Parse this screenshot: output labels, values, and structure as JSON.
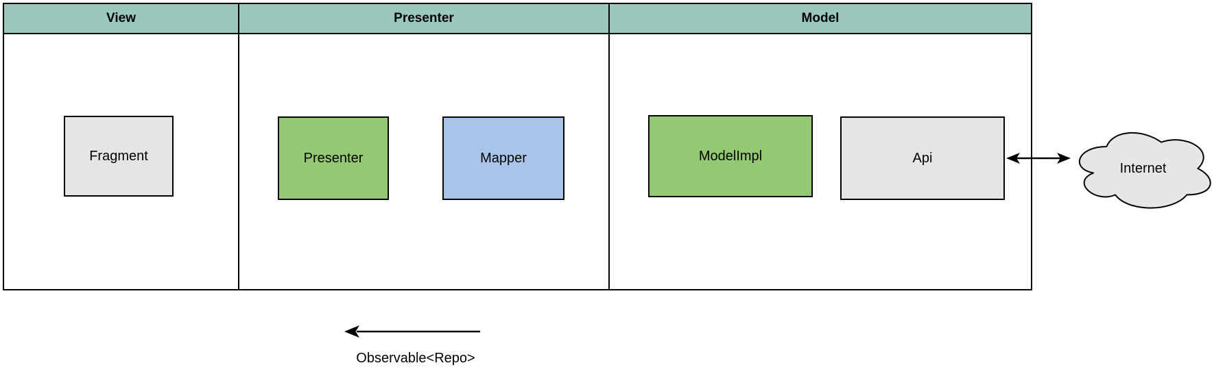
{
  "diagram": {
    "title_semantics": "MVP architecture swimlane diagram",
    "lanes": [
      {
        "id": "view",
        "label": "View"
      },
      {
        "id": "presenter",
        "label": "Presenter"
      },
      {
        "id": "model",
        "label": "Model"
      }
    ],
    "nodes": {
      "fragment": {
        "label": "Fragment",
        "lane": "View"
      },
      "presenter": {
        "label": "Presenter",
        "lane": "Presenter"
      },
      "mapper": {
        "label": "Mapper",
        "lane": "Presenter"
      },
      "modelimpl": {
        "label": "ModelImpl",
        "lane": "Model"
      },
      "api": {
        "label": "Api",
        "lane": "Model"
      },
      "internet": {
        "label": "Internet",
        "shape": "cloud"
      }
    },
    "connectors": {
      "api_internet": {
        "type": "double-headed-arrow",
        "from": "Api",
        "to": "Internet"
      },
      "observable": {
        "type": "left-arrow",
        "label": "Observable<Repo>"
      }
    },
    "colors": {
      "lane_header": "#9bc7bf",
      "green": "#94c973",
      "blue": "#a8c4e8",
      "gray": "#e5e5e5",
      "cloud": "#e6e6e6",
      "stroke": "#000000"
    }
  }
}
